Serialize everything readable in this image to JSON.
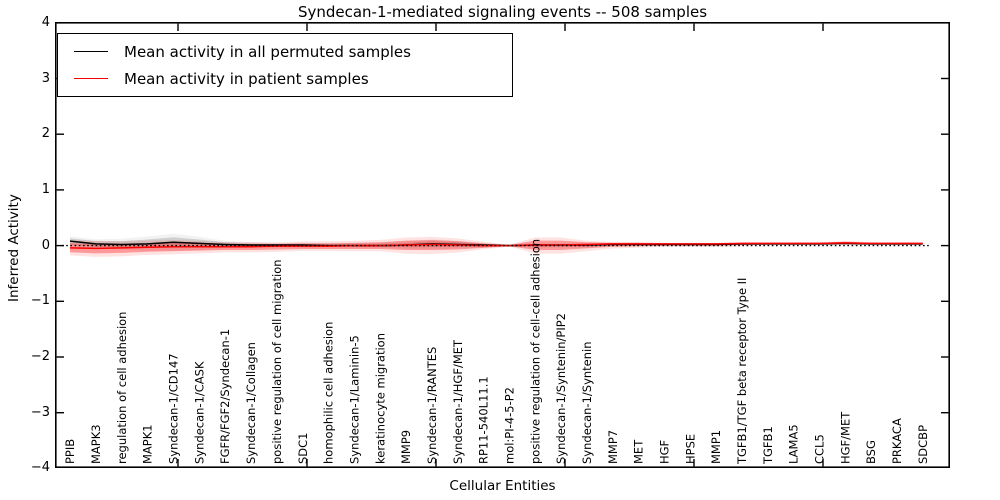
{
  "chart_data": {
    "type": "line",
    "title": "Syndecan-1-mediated signaling events -- 508 samples",
    "xlabel": "Cellular Entities",
    "ylabel": "Inferred Activity",
    "ylim": [
      -4,
      4
    ],
    "yticks": [
      "4",
      "3",
      "2",
      "1",
      "0",
      "−1",
      "−2",
      "−3",
      "−4"
    ],
    "ytick_values": [
      4,
      3,
      2,
      1,
      0,
      -1,
      -2,
      -3,
      -4
    ],
    "grid": false,
    "legend_position": "upper left",
    "zero_line": {
      "value": 0,
      "style": "dotted",
      "color": "#000000"
    },
    "categories": [
      "PPIB",
      "MAPK3",
      "regulation of cell adhesion",
      "MAPK1",
      "Syndecan-1/CD147",
      "Syndecan-1/CASK",
      "FGFR/FGF2/Syndecan-1",
      "Syndecan-1/Collagen",
      "positive regulation of cell migration",
      "SDC1",
      "homophilic cell adhesion",
      "Syndecan-1/Laminin-5",
      "keratinocyte migration",
      "MMP9",
      "Syndecan-1/RANTES",
      "Syndecan-1/HGF/MET",
      "RP11-540L11.1",
      "mol:PI-4-5-P2",
      "positive regulation of cell-cell adhesion",
      "Syndecan-1/Syntenin/PIP2",
      "Syndecan-1/Syntenin",
      "MMP7",
      "MET",
      "HGF",
      "HPSE",
      "MMP1",
      "TGFB1/TGF beta receptor Type II",
      "TGFB1",
      "LAMA5",
      "CCL5",
      "HGF/MET",
      "BSG",
      "PRKACA",
      "SDCBP"
    ],
    "series": [
      {
        "name": "Mean activity in all permuted samples",
        "color": "#000000",
        "band_color": "#808080",
        "band_opacity": 0.3,
        "values": [
          0.08,
          0.03,
          0.02,
          0.03,
          0.06,
          0.04,
          0.02,
          0.01,
          0.01,
          0.01,
          0.0,
          0.0,
          0.0,
          0.01,
          0.03,
          0.02,
          0.01,
          0.0,
          0.01,
          0.01,
          0.01,
          0.02,
          0.02,
          0.02,
          0.02,
          0.02,
          0.03,
          0.03,
          0.03,
          0.03,
          0.04,
          0.03,
          0.03,
          0.03
        ],
        "band_upper": [
          0.13,
          0.08,
          0.08,
          0.11,
          0.15,
          0.11,
          0.06,
          0.04,
          0.03,
          0.03,
          0.03,
          0.03,
          0.03,
          0.05,
          0.08,
          0.06,
          0.03,
          0.01,
          0.03,
          0.03,
          0.03,
          0.04,
          0.04,
          0.04,
          0.04,
          0.04,
          0.04,
          0.04,
          0.04,
          0.04,
          0.05,
          0.04,
          0.04,
          0.04
        ],
        "band_lower": [
          0.02,
          -0.02,
          -0.03,
          -0.04,
          -0.03,
          -0.03,
          -0.02,
          -0.02,
          -0.02,
          -0.02,
          -0.02,
          -0.02,
          -0.02,
          -0.03,
          -0.03,
          -0.02,
          -0.02,
          -0.01,
          -0.02,
          -0.02,
          -0.02,
          0.01,
          0.01,
          0.01,
          0.01,
          0.01,
          0.02,
          0.02,
          0.02,
          0.02,
          0.02,
          0.02,
          0.02,
          0.02
        ]
      },
      {
        "name": "Mean activity in patient samples",
        "color": "#ff0000",
        "band_color": "#ff0000",
        "band_opacity": 0.32,
        "values": [
          -0.04,
          -0.05,
          -0.04,
          -0.03,
          -0.02,
          -0.02,
          -0.02,
          -0.02,
          -0.01,
          -0.01,
          -0.01,
          0.0,
          0.0,
          0.01,
          0.02,
          0.01,
          0.0,
          0.0,
          0.01,
          0.01,
          0.02,
          0.03,
          0.03,
          0.03,
          0.03,
          0.03,
          0.04,
          0.04,
          0.04,
          0.04,
          0.05,
          0.04,
          0.04,
          0.04
        ],
        "band_upper": [
          0.04,
          0.03,
          0.03,
          0.04,
          0.05,
          0.04,
          0.03,
          0.03,
          0.03,
          0.04,
          0.04,
          0.05,
          0.06,
          0.09,
          0.1,
          0.08,
          0.04,
          0.01,
          0.09,
          0.09,
          0.06,
          0.05,
          0.05,
          0.04,
          0.04,
          0.04,
          0.05,
          0.05,
          0.05,
          0.05,
          0.07,
          0.05,
          0.05,
          0.05
        ],
        "band_lower": [
          -0.12,
          -0.14,
          -0.13,
          -0.11,
          -0.1,
          -0.09,
          -0.08,
          -0.08,
          -0.07,
          -0.06,
          -0.06,
          -0.06,
          -0.06,
          -0.08,
          -0.08,
          -0.07,
          -0.04,
          -0.01,
          -0.08,
          -0.08,
          -0.05,
          -0.02,
          -0.01,
          0.0,
          0.0,
          0.0,
          0.01,
          0.02,
          0.02,
          0.02,
          0.03,
          0.02,
          0.02,
          0.02
        ]
      }
    ]
  }
}
